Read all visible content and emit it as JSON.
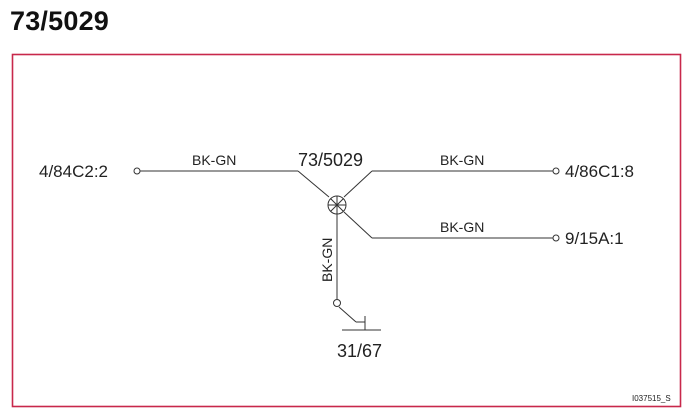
{
  "title": "73/5029",
  "colors": {
    "frame": "#c8284b",
    "wire": "#333333",
    "text": "#222222"
  },
  "diagram": {
    "splice_label": "73/5029",
    "connectors": {
      "left": "4/84C2:2",
      "right_top": "4/86C1:8",
      "right_bottom": "9/15A:1",
      "ground": "31/67"
    },
    "wires": {
      "left": "BK-GN",
      "right_top": "BK-GN",
      "right_bottom": "BK-GN",
      "down": "BK-GN"
    },
    "reference_id": "I037515_S"
  }
}
